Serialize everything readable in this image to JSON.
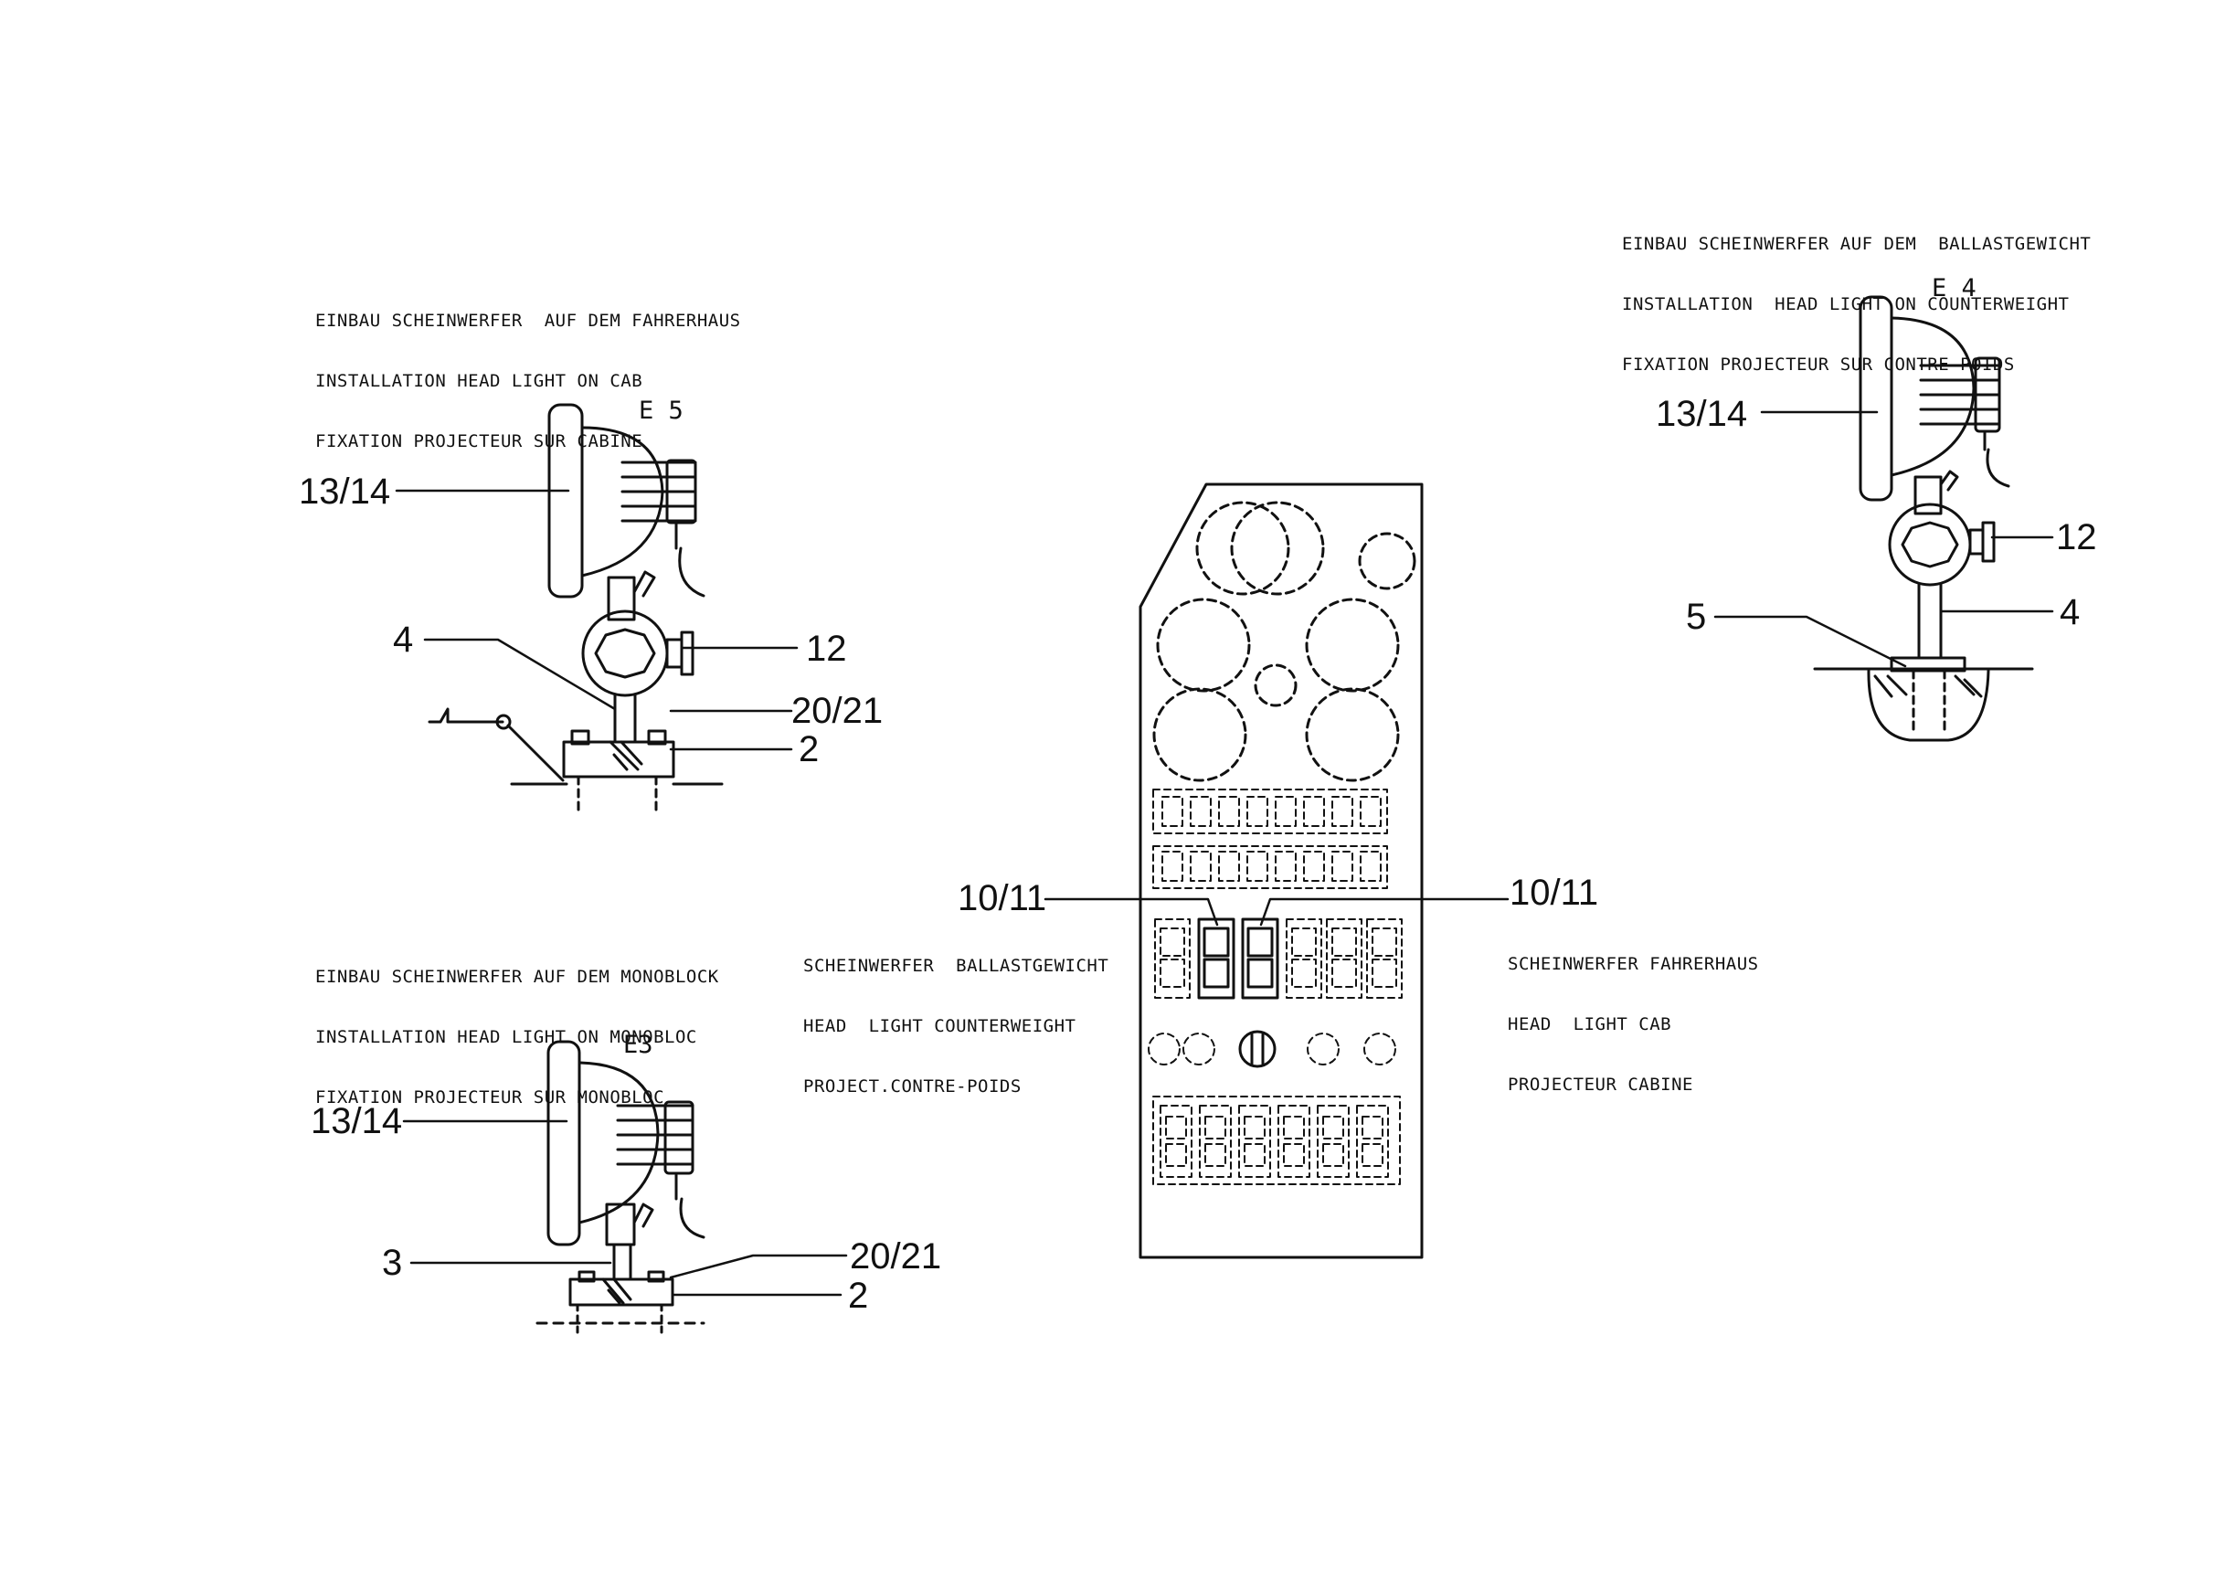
{
  "captions": {
    "cab": [
      "EINBAU SCHEINWERFER  AUF DEM FAHRERHAUS",
      "INSTALLATION HEAD LIGHT ON CAB",
      "FIXATION PROJECTEUR SUR CABINE"
    ],
    "counterweight": [
      "EINBAU SCHEINWERFER AUF DEM  BALLASTGEWICHT",
      "INSTALLATION  HEAD LIGHT ON COUNTERWEIGHT",
      "FIXATION PROJECTEUR SUR CONTRE-POIDS"
    ],
    "monoblock": [
      "EINBAU SCHEINWERFER AUF DEM MONOBLOCK",
      "INSTALLATION HEAD LIGHT ON MONOBLOC",
      "FIXATION PROJECTEUR SUR MONOBLOC"
    ],
    "switch_counterweight": [
      "SCHEINWERFER  BALLASTGEWICHT",
      "HEAD  LIGHT COUNTERWEIGHT",
      "PROJECT.CONTRE-POIDS"
    ],
    "switch_cab": [
      "SCHEINWERFER FAHRERHAUS",
      "HEAD  LIGHT CAB",
      "PROJECTEUR CABINE"
    ]
  },
  "designations": {
    "e5": "E 5",
    "e4": "E 4",
    "e3": "E3"
  },
  "callouts": {
    "e5": {
      "lamp": "13/14",
      "rod": "4",
      "knob": "12",
      "screws": "20/21",
      "base": "2"
    },
    "e4": {
      "lamp": "13/14",
      "knob": "12",
      "rod": "4",
      "mount": "5"
    },
    "e3": {
      "lamp": "13/14",
      "bolt": "3",
      "screws": "20/21",
      "base": "2"
    },
    "panel": {
      "switch_left": "10/11",
      "switch_right": "10/11"
    }
  }
}
